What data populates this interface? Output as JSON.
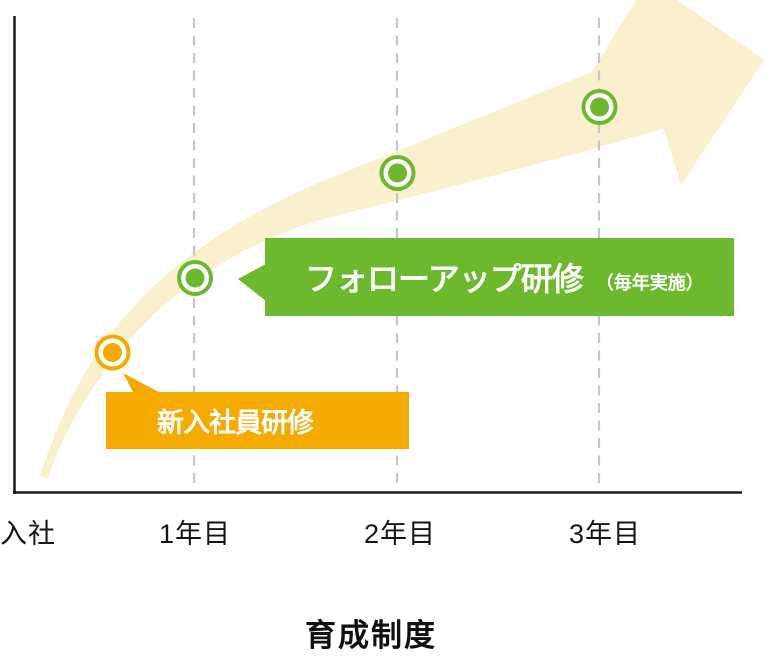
{
  "title": {
    "text": "育成制度"
  },
  "axis": {
    "x_labels": [
      "入社",
      "1年目",
      "2年目",
      "3年目"
    ]
  },
  "callouts": {
    "new_employee": {
      "label": "新入社員研修",
      "color": "#F5AA00",
      "text_color": "#FFFFFF"
    },
    "followup": {
      "label": "フォローアップ研修",
      "note": "（毎年実施）",
      "color": "#6DB92E",
      "text_color": "#FFFFFF"
    }
  },
  "milestones": [
    {
      "position": "between 入社 and 1年目",
      "marker_color": "#F5AA00",
      "training": "新入社員研修"
    },
    {
      "position": "1年目",
      "marker_color": "#6DB92E",
      "training": "フォローアップ研修"
    },
    {
      "position": "2年目",
      "marker_color": "#6DB92E",
      "training": "フォローアップ研修"
    },
    {
      "position": "3年目",
      "marker_color": "#6DB92E",
      "training": "フォローアップ研修"
    }
  ],
  "colors": {
    "orange": "#F5AA00",
    "green": "#6DB92E",
    "arrow_fill": "#FAF0CD",
    "dashed_line": "#C6C6C6",
    "axis_line": "#1A1A1A",
    "label_text": "#151515",
    "callout_text": "#FFFFFF",
    "background": "#FFFFFF"
  },
  "chart_data": {
    "type": "line",
    "title": "育成制度",
    "categories": [
      "入社",
      "1年目",
      "2年目",
      "3年目"
    ],
    "xlabel": "",
    "ylabel": "",
    "y_axis_ticks": [],
    "grid_vertical_dashed_at": [
      "1年目",
      "2年目",
      "3年目"
    ],
    "background_shape": "upward curving growth arrow band",
    "points": [
      {
        "x": 0.5,
        "y": 0.29,
        "marker_color": "#F5AA00",
        "label": "新入社員研修"
      },
      {
        "x": 1.0,
        "y": 0.45,
        "marker_color": "#6DB92E",
        "label": "フォローアップ研修（毎年実施）"
      },
      {
        "x": 2.0,
        "y": 0.67,
        "marker_color": "#6DB92E",
        "label": "フォローアップ研修（毎年実施）"
      },
      {
        "x": 3.0,
        "y": 0.82,
        "marker_color": "#6DB92E",
        "label": "フォローアップ研修（毎年実施）"
      }
    ],
    "y_note": "y values are relative growth level (0-1); y axis is unlabeled (conceptual)"
  }
}
